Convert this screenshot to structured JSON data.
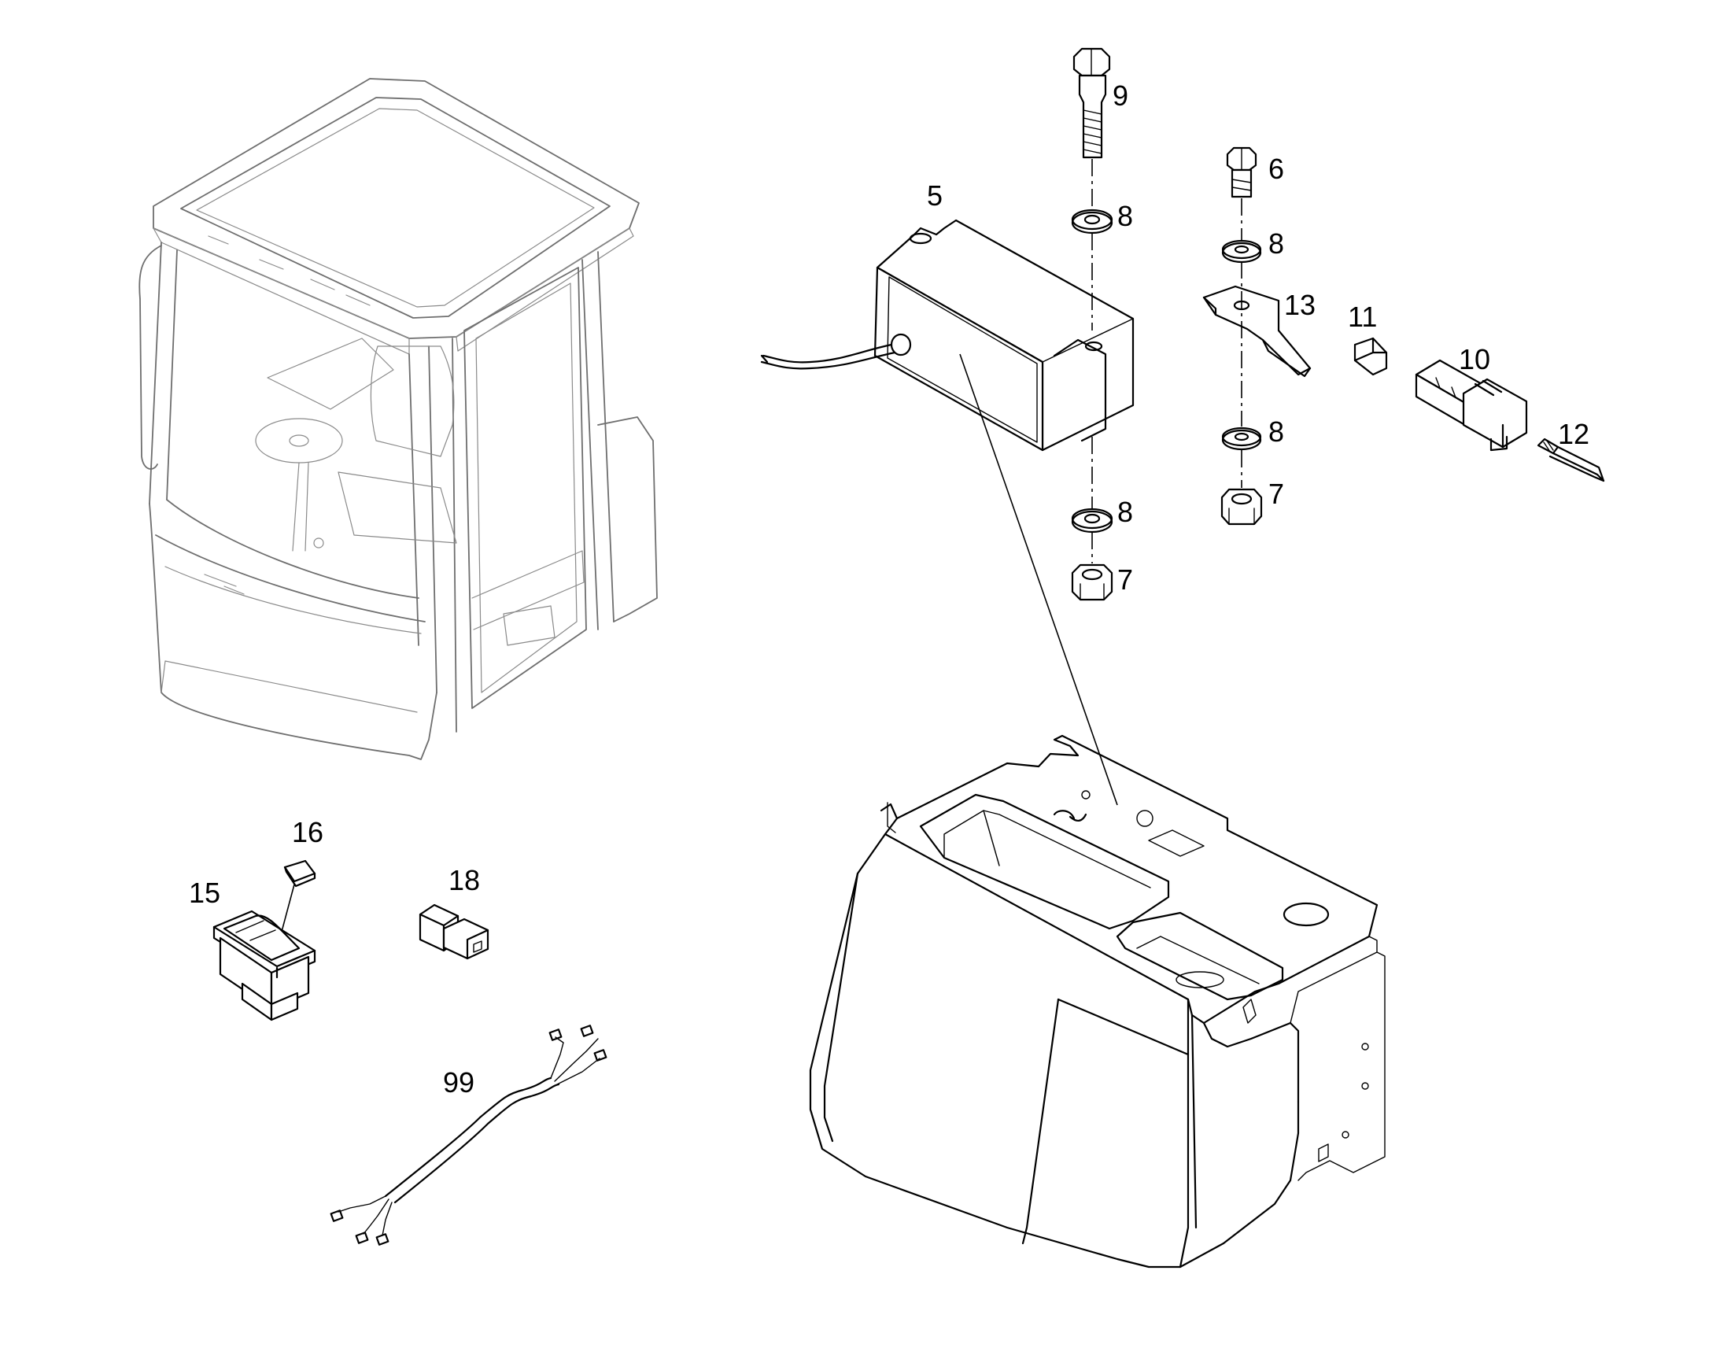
{
  "callouts": {
    "p5": "5",
    "p6": "6",
    "p7a": "7",
    "p7b": "7",
    "p8a": "8",
    "p8b": "8",
    "p8c": "8",
    "p8d": "8",
    "p9": "9",
    "p10": "10",
    "p11": "11",
    "p12": "12",
    "p13": "13",
    "p15": "15",
    "p16": "16",
    "p18": "18",
    "p99": "99"
  }
}
